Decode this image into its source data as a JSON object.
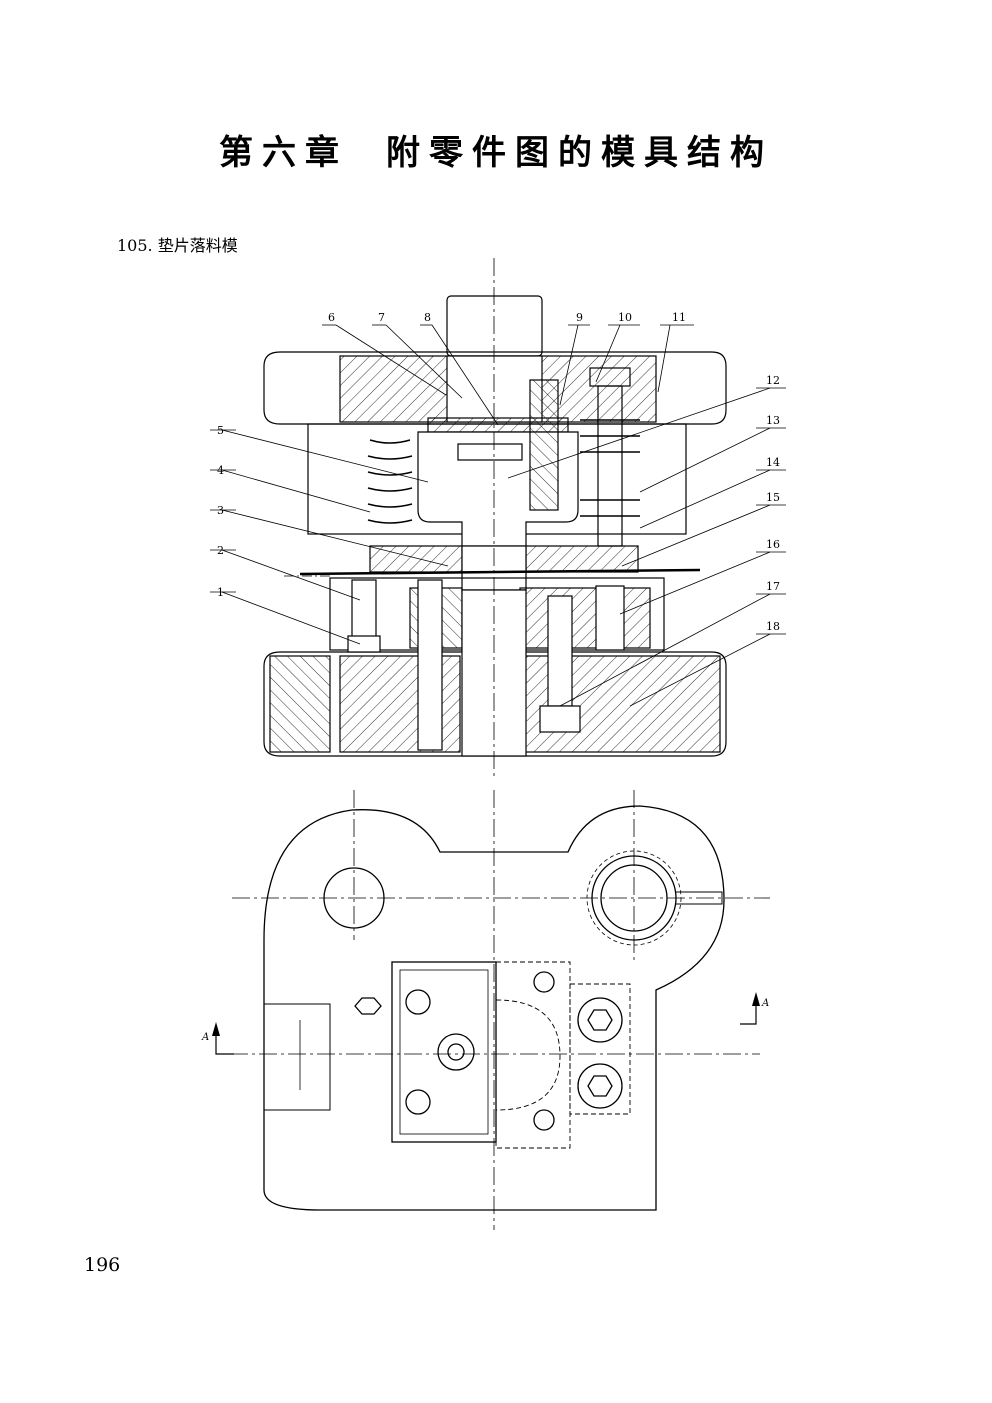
{
  "header": {
    "chapter": "第六章",
    "title": "附零件图的模具结构"
  },
  "figure": {
    "caption": "105. 垫片落料模",
    "callouts": [
      "1",
      "2",
      "3",
      "4",
      "5",
      "6",
      "7",
      "8",
      "9",
      "10",
      "11",
      "12",
      "13",
      "14",
      "15",
      "16",
      "17",
      "18"
    ],
    "section_label": "A"
  },
  "footer": {
    "page_number": "196"
  },
  "colors": {
    "ink": "#000000",
    "paper": "#ffffff"
  }
}
